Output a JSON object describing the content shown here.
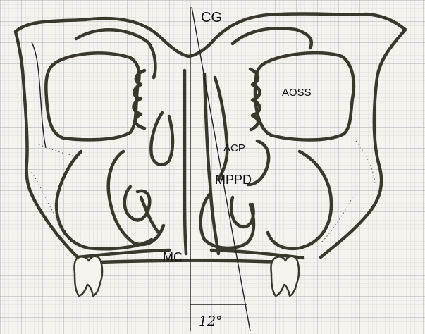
{
  "figure": {
    "labels": {
      "cg": "CG",
      "aoss": "AOSS",
      "acp": "ACP",
      "mppd": "MPPD",
      "mc": "MC",
      "angle": "12°"
    },
    "colors": {
      "paper": "#f4f3ee",
      "grid": "#b9bcc0",
      "ink": "#3a372d",
      "thin_line": "#222222"
    }
  }
}
